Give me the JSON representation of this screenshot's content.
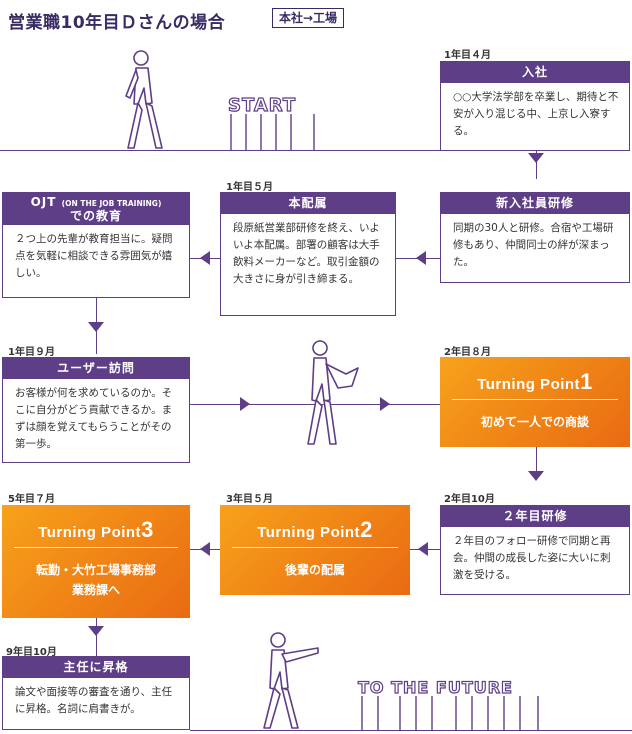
{
  "header": {
    "title": "営業職10年目Ｄさんの場合",
    "tag": "本社→工場"
  },
  "labels": {
    "start": "START",
    "future": "TO THE FUTURE"
  },
  "steps": {
    "nyusha": {
      "date": "1年目４月",
      "title": "入社",
      "body": "○○大学法学部を卒業し、期待と不安が入り混じる中、上京し入寮する。"
    },
    "kenshu": {
      "title": "新入社員研修",
      "body": "同期の30人と研修。合宿や工場研修もあり、仲間同士の絆が深まった。"
    },
    "honhaizoku": {
      "date": "1年目５月",
      "title": "本配属",
      "body": "段原紙営業部研修を終え、いよいよ本配属。部署の顧客は大手飲料メーカーなど。取引金額の大きさに身が引き締まる。"
    },
    "ojt": {
      "title_main": "OJT",
      "title_sub": "(ON THE JOB TRAINING)",
      "title_line2": "での教育",
      "body": "２つ上の先輩が教育担当に。疑問点を気軽に相談できる雰囲気が嬉しい。"
    },
    "user": {
      "date": "1年目９月",
      "title": "ユーザー訪問",
      "body": "お客様が何を求めているのか。そこに自分がどう貢献できるか。まずは顔を覚えてもらうことがその第一歩。"
    },
    "tp1": {
      "date": "2年目８月",
      "label": "Turning Point",
      "num": "1",
      "text": "初めて一人での商談"
    },
    "nenme2": {
      "date": "2年目10月",
      "title": "２年目研修",
      "body": "２年目のフォロー研修で同期と再会。仲間の成長した姿に大いに刺激を受ける。"
    },
    "tp2": {
      "date": "3年目５月",
      "label": "Turning Point",
      "num": "2",
      "text": "後輩の配属"
    },
    "tp3": {
      "date": "5年目７月",
      "label": "Turning Point",
      "num": "3",
      "text1": "転勤・大竹工場事務部",
      "text2": "業務課へ"
    },
    "shunin": {
      "date": "9年目10月",
      "title": "主任に昇格",
      "body": "論文や面接等の審査を通り、主任に昇格。名詞に肩書きが。"
    }
  },
  "colors": {
    "purple": "#5e3e86",
    "orange": "#f08a1a"
  }
}
